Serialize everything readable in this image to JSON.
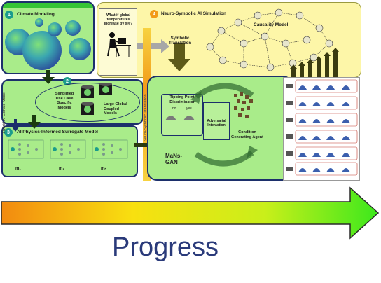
{
  "panels": {
    "climate_modeling": {
      "num": "1",
      "title": "Climate Modeling"
    },
    "climate_models": {
      "num": "2",
      "simplified": "Simplified\nUse Case\nSpecific\nModels",
      "large": "Large Global\nCoupled\nModels"
    },
    "surrogate": {
      "num": "3",
      "title": "AI Physics-Informed Surrogate Model",
      "instances": [
        "m₁",
        "m₂",
        "mₙ"
      ]
    },
    "neuro_symbolic": {
      "num": "4",
      "title": "Neuro-Symbolic AI Simulation",
      "causality": "Causality Model",
      "question": "What if global\ntemperatures\nincrease by x%?",
      "translation": "Symbolic\nTranslation"
    },
    "gan": {
      "tipping": "Tipping Point\nDiscriminator",
      "no": "no",
      "yes": "yes",
      "adversarial": "Adversarial\nInteraction",
      "condition": "Condition\nGenerating Agent",
      "mans": "MaNs-\nGAN"
    }
  },
  "side_labels": {
    "hybrid": "Hybrid AI Climate Model",
    "neuro": "Neuro-Symbolic Translation"
  },
  "progress": {
    "label": "Progress"
  },
  "colors": {
    "green_fill": "#a9ec8a",
    "yellow_fill": "#fdf6a8",
    "navy_border": "#1c2f6b",
    "teal": "#1b9c8c",
    "orange": "#f29b1a"
  }
}
